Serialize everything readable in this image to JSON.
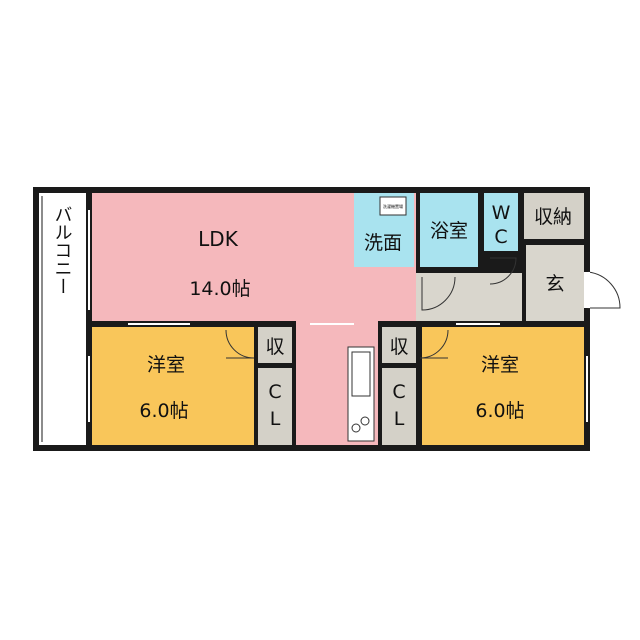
{
  "rooms": {
    "balcony": "バルコニー",
    "ldk_name": "LDK",
    "ldk_size": "14.0帖",
    "western_left_name": "洋室",
    "western_left_size": "6.0帖",
    "western_right_name": "洋室",
    "western_right_size": "6.0帖",
    "washroom": "洗面",
    "bath": "浴室",
    "wc_w": "W",
    "wc_c": "C",
    "storage": "収納",
    "entrance": "玄",
    "closet_short_left": "収",
    "closet_short_right": "収",
    "cl_left_c": "C",
    "cl_left_l": "L",
    "cl_right_c": "C",
    "cl_right_l": "L",
    "washer_space": "洗濯機置場"
  },
  "colors": {
    "ldk": "#f5b8bc",
    "western": "#f9c65a",
    "wet_area": "#a9e3ef",
    "storage": "#d4d1c8",
    "hall": "#d9d6cd",
    "wall": "#1a1a1a"
  }
}
